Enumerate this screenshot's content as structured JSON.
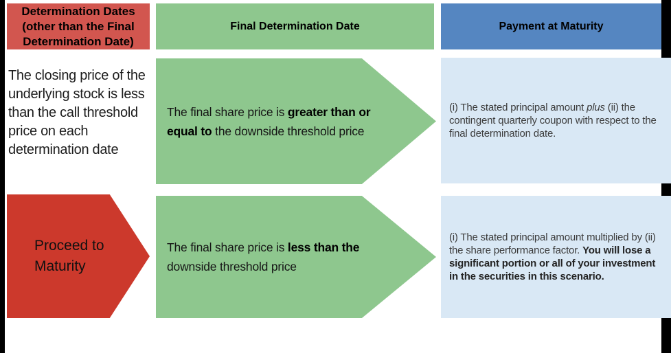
{
  "colors": {
    "header_red": "#d2564f",
    "arrow_red": "#cc392c",
    "green": "#8ec78e",
    "header_blue": "#5586c1",
    "light_blue": "#d9e8f5",
    "edge_black": "#000000"
  },
  "headers": {
    "determination_dates": "Determination Dates (other than the Final Determination Date)",
    "final_determination_date": "Final Determination Date",
    "payment_at_maturity": "Payment at Maturity"
  },
  "row_coupon": {
    "condition": "The closing price of the underlying stock is less than the call threshold price on each determination date",
    "arrow_text_pre": "The final share price is ",
    "arrow_text_bold": "greater than or equal to",
    "arrow_text_post": " the downside threshold price",
    "payment_pre": "(i) The stated principal amount ",
    "payment_italic": "plus",
    "payment_post": " (ii) the contingent quarterly coupon with respect to the final determination date."
  },
  "row_maturity": {
    "left_arrow_label": "Proceed to Maturity",
    "arrow_text_pre": "The final share price is ",
    "arrow_text_bold": "less than the",
    "arrow_text_post": " downside threshold price",
    "payment_pre": "(i) The stated principal amount multiplied by (ii) the share performance factor. ",
    "payment_bold": "You will lose a significant portion or all of your investment in the securities in this scenario."
  }
}
